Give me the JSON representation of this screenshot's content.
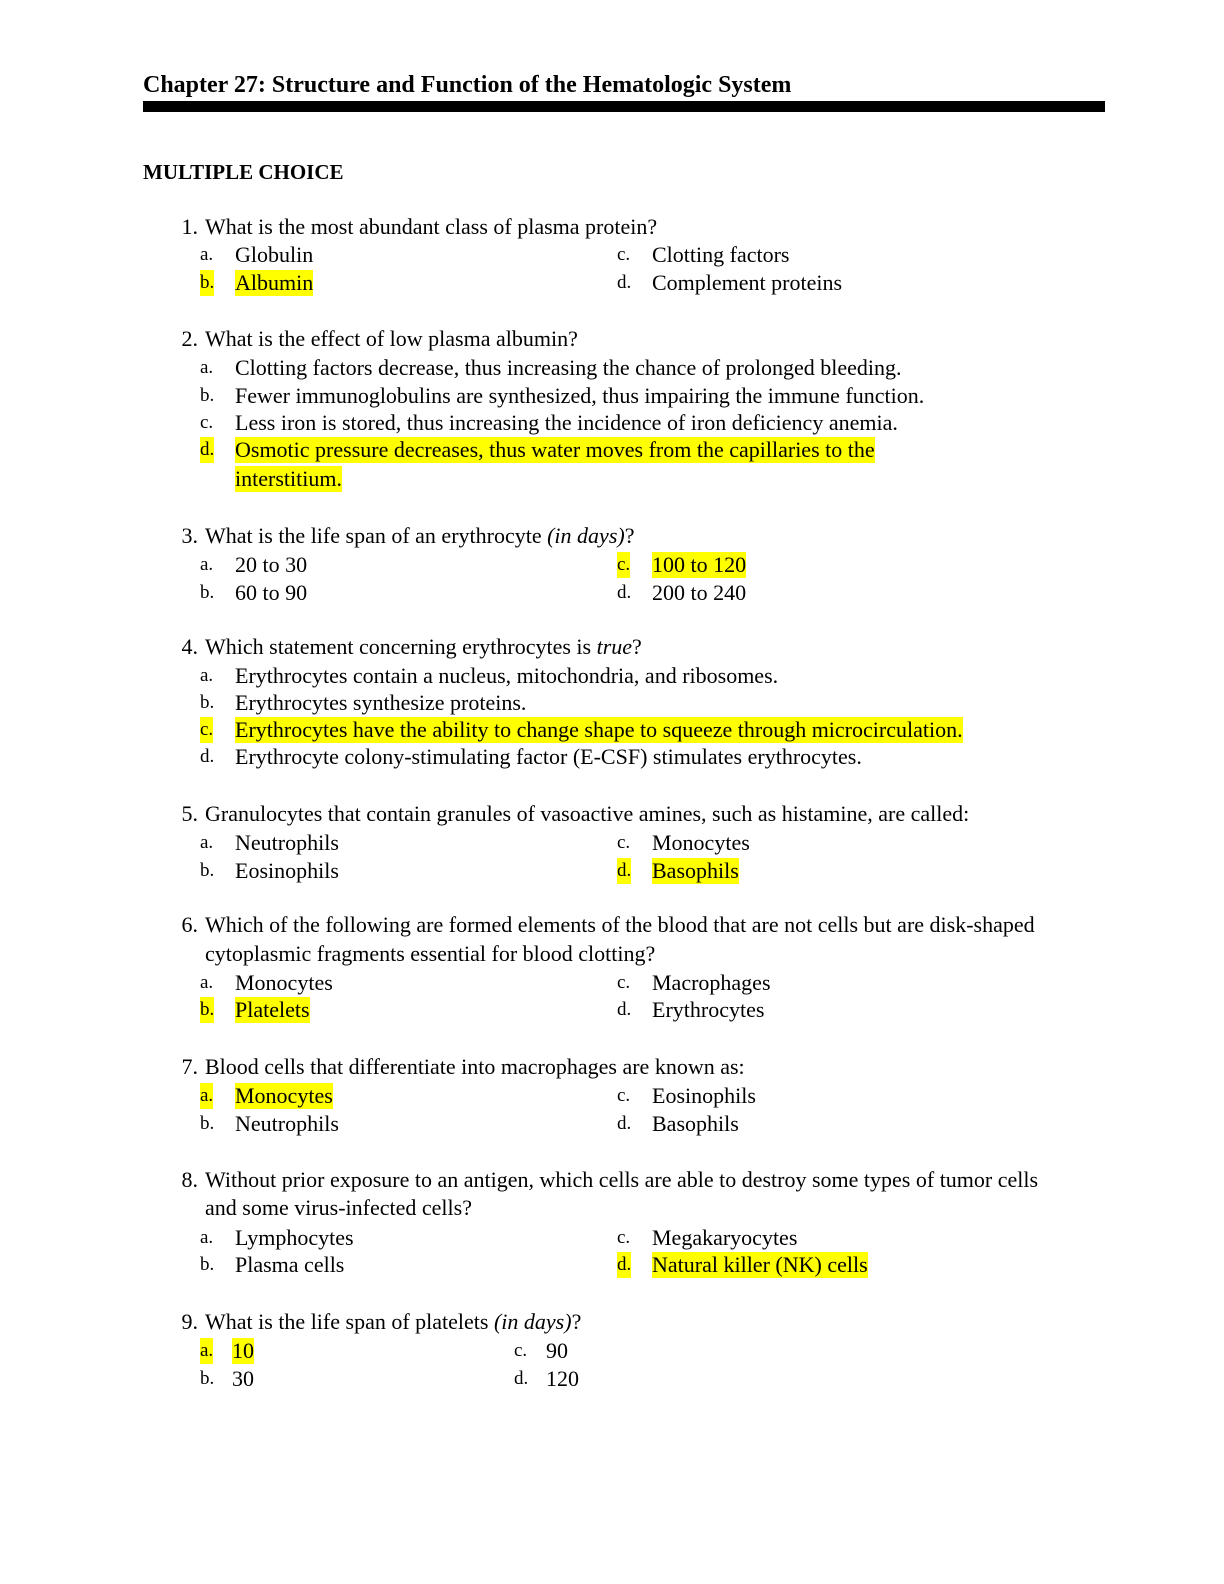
{
  "chapter_title": "Chapter 27: Structure and Function of the Hematologic System",
  "section_heading": "MULTIPLE CHOICE",
  "colors": {
    "answer_highlight": "#ffff00",
    "title_rule": "#000000"
  },
  "questions": [
    {
      "number": "1.",
      "stem_lines": [
        "What is the most abundant class of plasma protein?"
      ],
      "options": [
        {
          "letter": "a.",
          "text": "Globulin"
        },
        {
          "letter": "b.",
          "text": "Albumin"
        },
        {
          "letter": "c.",
          "text": "Clotting factors"
        },
        {
          "letter": "d.",
          "text": "Complement proteins"
        }
      ],
      "highlighted_answer": "b."
    },
    {
      "number": "2.",
      "stem_lines": [
        "What is the effect of low plasma albumin?"
      ],
      "options": [
        {
          "letter": "a.",
          "text": "Clotting factors decrease, thus increasing the chance of prolonged bleeding."
        },
        {
          "letter": "b.",
          "text": "Fewer immunoglobulins are synthesized, thus impairing the immune function."
        },
        {
          "letter": "c.",
          "text": "Less iron is stored, thus increasing the incidence of iron deficiency anemia."
        },
        {
          "letter": "d.",
          "text": "Osmotic pressure decreases, thus water moves from the capillaries to the",
          "continuation": "interstitium."
        }
      ],
      "highlighted_answer": "d."
    },
    {
      "number": "3.",
      "stem_lines": [
        "What is the life span of an erythrocyte "
      ],
      "stem_emphasis": "(in days)",
      "stem_suffix": "?",
      "options": [
        {
          "letter": "a.",
          "text": "20 to 30"
        },
        {
          "letter": "b.",
          "text": "60 to 90"
        },
        {
          "letter": "c.",
          "text": "100 to 120"
        },
        {
          "letter": "d.",
          "text": "200 to 240"
        }
      ],
      "highlighted_answer": "c."
    },
    {
      "number": "4.",
      "stem_lines": [
        "Which statement concerning erythrocytes is "
      ],
      "stem_emphasis": "true",
      "stem_suffix": "?",
      "options": [
        {
          "letter": "a.",
          "text": "Erythrocytes contain a nucleus, mitochondria, and ribosomes."
        },
        {
          "letter": "b.",
          "text": "Erythrocytes synthesize proteins."
        },
        {
          "letter": "c.",
          "text": "Erythrocytes have the ability to change shape to squeeze through microcirculation."
        },
        {
          "letter": "d.",
          "text": "Erythrocyte colony-stimulating factor (E-CSF) stimulates erythrocytes."
        }
      ],
      "highlighted_answer": "c."
    },
    {
      "number": "5.",
      "stem_lines": [
        "Granulocytes that contain granules of vasoactive amines, such as histamine, are called:"
      ],
      "options": [
        {
          "letter": "a.",
          "text": "Neutrophils"
        },
        {
          "letter": "b.",
          "text": "Eosinophils"
        },
        {
          "letter": "c.",
          "text": "Monocytes"
        },
        {
          "letter": "d.",
          "text": "Basophils"
        }
      ],
      "highlighted_answer": "d."
    },
    {
      "number": "6.",
      "stem_lines": [
        "Which of the following are formed elements of the blood that are not cells but are disk-shaped",
        "cytoplasmic fragments essential for blood clotting?"
      ],
      "options": [
        {
          "letter": "a.",
          "text": "Monocytes"
        },
        {
          "letter": "b.",
          "text": "Platelets"
        },
        {
          "letter": "c.",
          "text": "Macrophages"
        },
        {
          "letter": "d.",
          "text": "Erythrocytes"
        }
      ],
      "highlighted_answer": "b."
    },
    {
      "number": "7.",
      "stem_lines": [
        "Blood cells that differentiate into macrophages are known as:"
      ],
      "options": [
        {
          "letter": "a.",
          "text": "Monocytes"
        },
        {
          "letter": "b.",
          "text": "Neutrophils"
        },
        {
          "letter": "c.",
          "text": "Eosinophils"
        },
        {
          "letter": "d.",
          "text": "Basophils"
        }
      ],
      "highlighted_answer": "a."
    },
    {
      "number": "8.",
      "stem_lines": [
        "Without prior exposure to an antigen, which cells are able to destroy some types of tumor cells",
        "and some virus-infected cells?"
      ],
      "options": [
        {
          "letter": "a.",
          "text": "Lymphocytes"
        },
        {
          "letter": "b.",
          "text": "Plasma cells"
        },
        {
          "letter": "c.",
          "text": "Megakaryocytes"
        },
        {
          "letter": "d.",
          "text": "Natural killer (NK) cells"
        }
      ],
      "highlighted_answer": "d."
    },
    {
      "number": "9.",
      "stem_lines": [
        "What is the life span of platelets "
      ],
      "stem_emphasis": "(in days)",
      "stem_suffix": "?",
      "options": [
        {
          "letter": "a.",
          "text": "10"
        },
        {
          "letter": "b.",
          "text": "30"
        },
        {
          "letter": "c.",
          "text": "90"
        },
        {
          "letter": "d.",
          "text": "120"
        }
      ],
      "highlighted_answer": "a."
    }
  ]
}
